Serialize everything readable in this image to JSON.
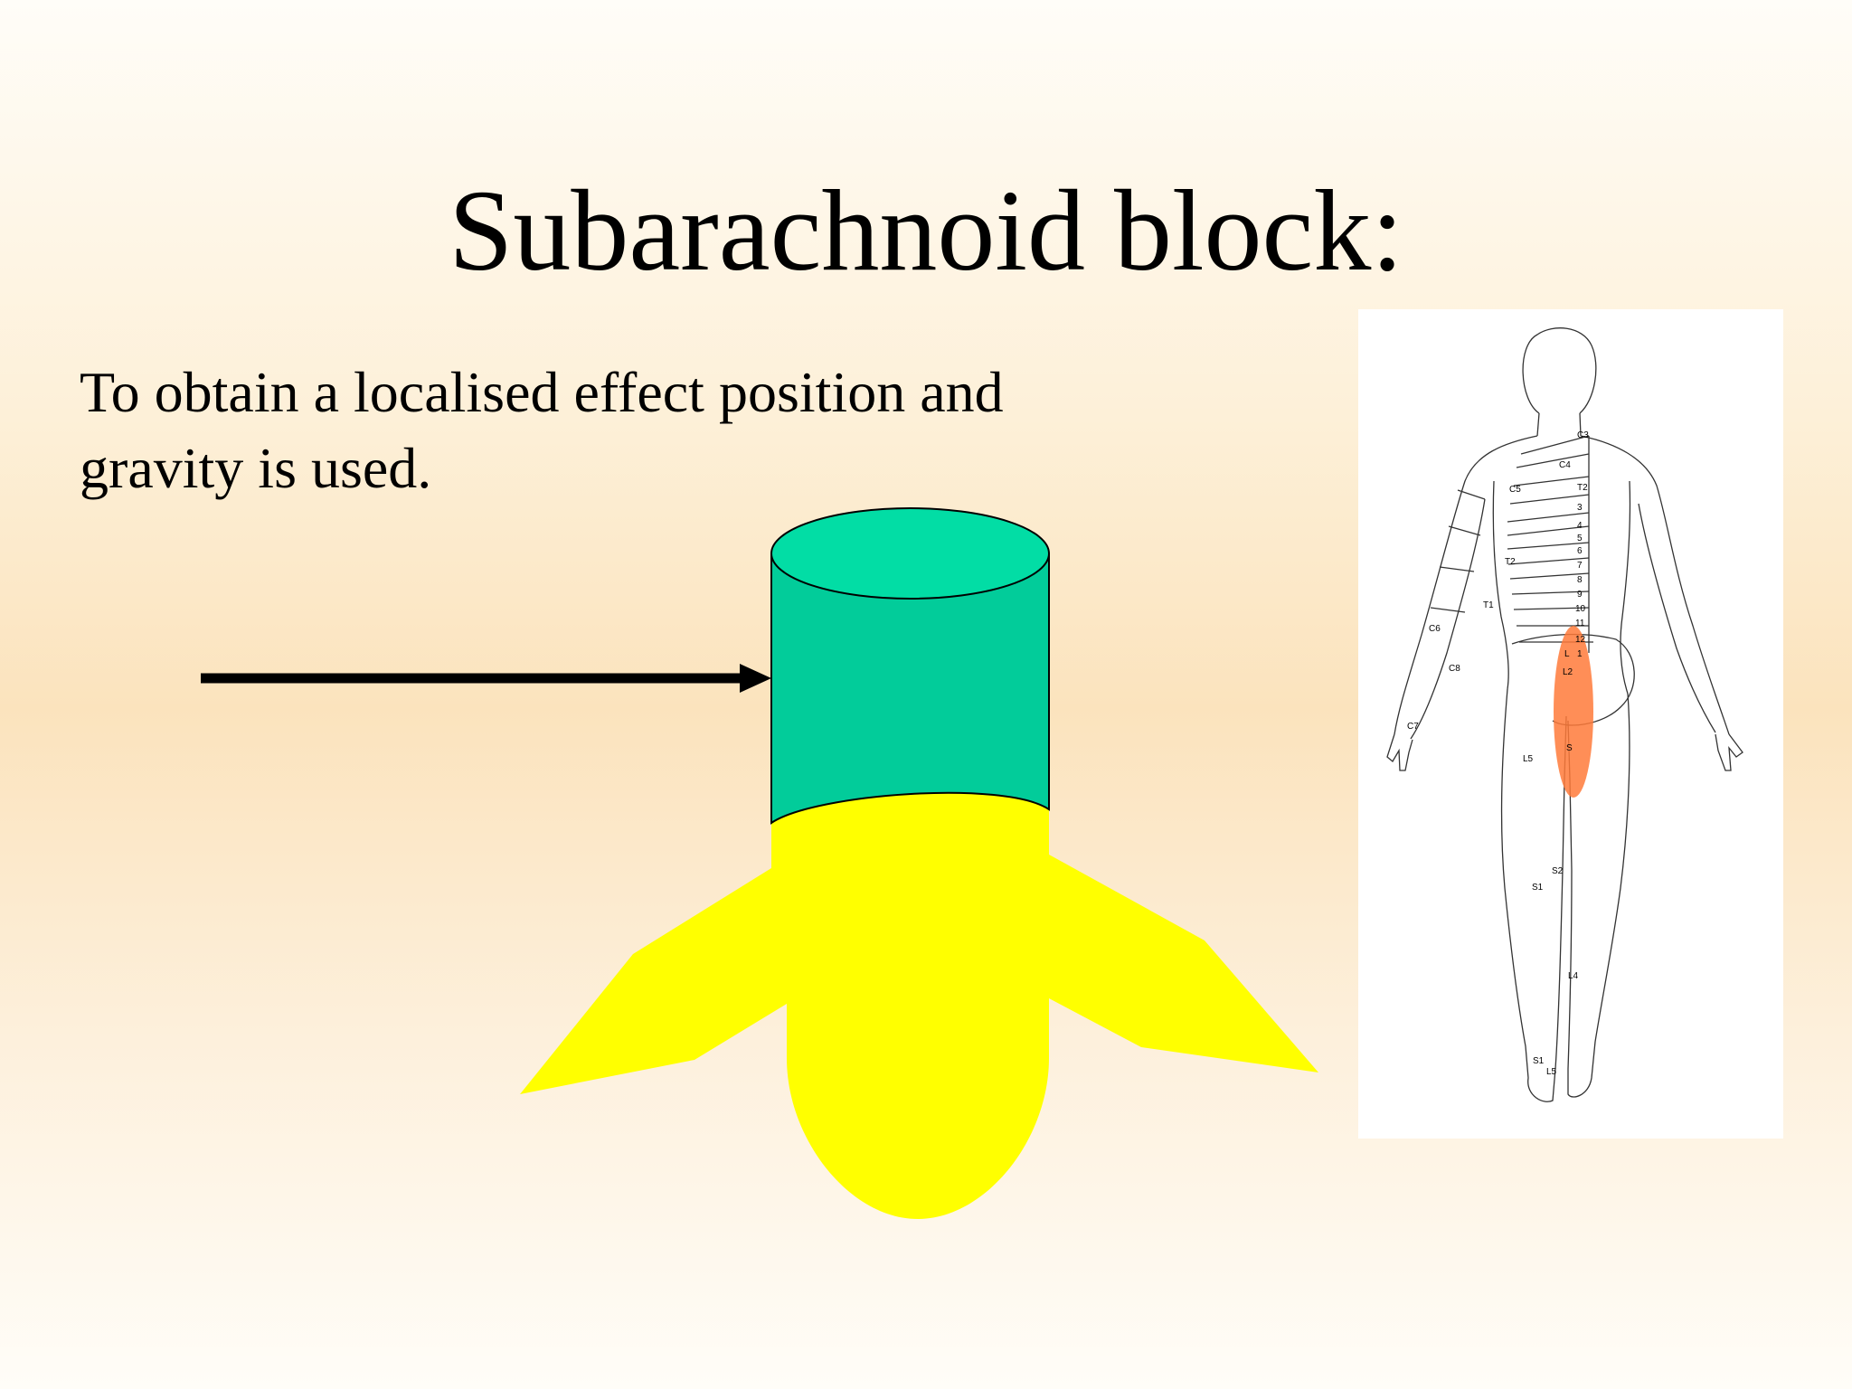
{
  "slide": {
    "title": "Subarachnoid block:",
    "body_text": "To obtain a localised effect position and gravity is used."
  },
  "diagram": {
    "description_colors": {
      "cylinder_fill": "#02cc9a",
      "cylinder_top": "#02dda5",
      "anaesthetic_fill": "#ffff00",
      "arrow": "#000000"
    }
  },
  "dermatome_figure": {
    "labels": [
      "C3",
      "C4",
      "C5",
      "T2",
      "3",
      "4",
      "5",
      "6",
      "7",
      "8",
      "9",
      "10",
      "11",
      "12",
      "L",
      "1",
      "L2",
      "T2",
      "T1",
      "C6",
      "C8",
      "C7",
      "L5",
      "S",
      "S2",
      "S1",
      "L4",
      "S1",
      "L5"
    ],
    "highlight_color": "#ff7a3a"
  }
}
